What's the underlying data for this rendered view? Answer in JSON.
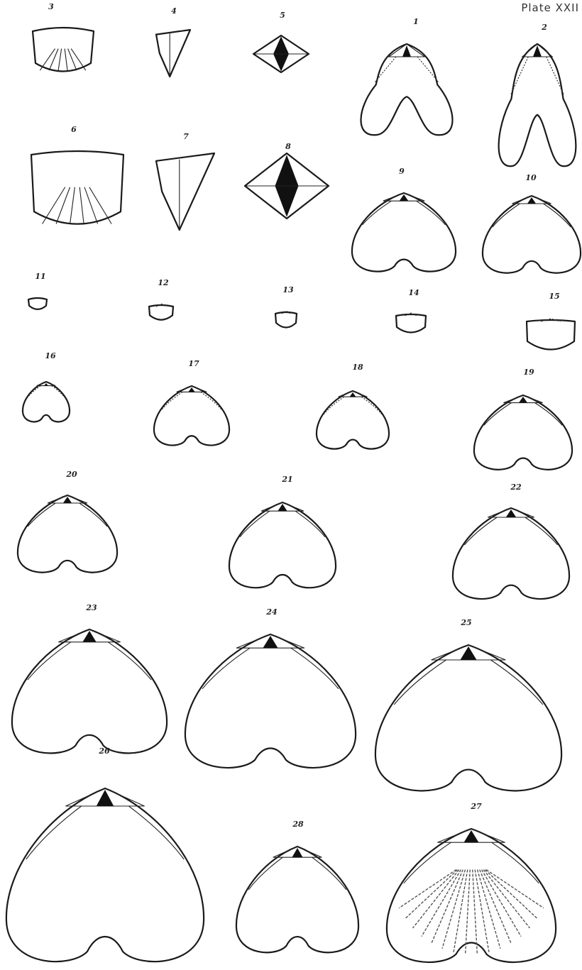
{
  "plate": {
    "title": "Plate XXII"
  },
  "figures": [
    {
      "label": "1",
      "kind": "heart-slender"
    },
    {
      "label": "2",
      "kind": "heart-slender"
    },
    {
      "label": "3",
      "kind": "valve-ribbed"
    },
    {
      "label": "4",
      "kind": "side-view"
    },
    {
      "label": "5",
      "kind": "beak-view"
    },
    {
      "label": "6",
      "kind": "valve-ribbed"
    },
    {
      "label": "7",
      "kind": "side-view"
    },
    {
      "label": "8",
      "kind": "beak-view"
    },
    {
      "label": "9",
      "kind": "heart"
    },
    {
      "label": "10",
      "kind": "heart"
    },
    {
      "label": "11",
      "kind": "juvenile"
    },
    {
      "label": "12",
      "kind": "juvenile"
    },
    {
      "label": "13",
      "kind": "juvenile"
    },
    {
      "label": "14",
      "kind": "juvenile"
    },
    {
      "label": "15",
      "kind": "juvenile"
    },
    {
      "label": "16",
      "kind": "heart-small"
    },
    {
      "label": "17",
      "kind": "heart-small"
    },
    {
      "label": "18",
      "kind": "heart-small"
    },
    {
      "label": "19",
      "kind": "heart"
    },
    {
      "label": "20",
      "kind": "heart"
    },
    {
      "label": "21",
      "kind": "heart"
    },
    {
      "label": "22",
      "kind": "heart"
    },
    {
      "label": "23",
      "kind": "heart-large"
    },
    {
      "label": "24",
      "kind": "heart-large"
    },
    {
      "label": "25",
      "kind": "heart-large"
    },
    {
      "label": "26",
      "kind": "heart-large"
    },
    {
      "label": "27",
      "kind": "stippled-shell"
    },
    {
      "label": "28",
      "kind": "heart"
    }
  ]
}
